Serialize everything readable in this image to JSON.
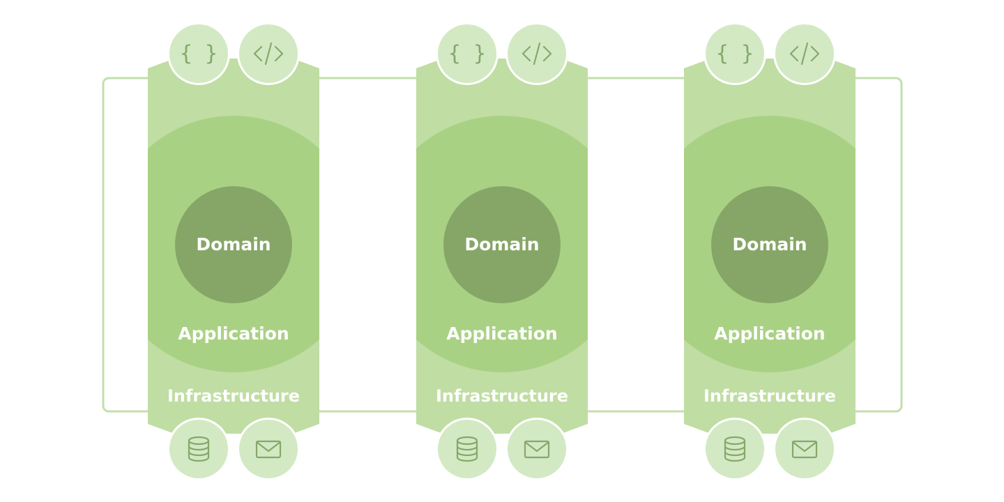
{
  "colors": {
    "connector": "#c3dfac",
    "infrastructure": "#c0dda3",
    "application": "#a9d184",
    "domain": "#86a667",
    "icon_badge": "#d3e9c3",
    "icon_glyph": "#84a86a",
    "label": "#ffffff"
  },
  "services": [
    {
      "domain_label": "Domain",
      "application_label": "Application",
      "infrastructure_label": "Infrastructure",
      "top_icons": [
        "curly-braces-icon",
        "code-tag-icon"
      ],
      "bottom_icons": [
        "database-icon",
        "mail-icon"
      ]
    },
    {
      "domain_label": "Domain",
      "application_label": "Application",
      "infrastructure_label": "Infrastructure",
      "top_icons": [
        "curly-braces-icon",
        "code-tag-icon"
      ],
      "bottom_icons": [
        "database-icon",
        "mail-icon"
      ]
    },
    {
      "domain_label": "Domain",
      "application_label": "Application",
      "infrastructure_label": "Infrastructure",
      "top_icons": [
        "curly-braces-icon",
        "code-tag-icon"
      ],
      "bottom_icons": [
        "database-icon",
        "mail-icon"
      ]
    }
  ]
}
